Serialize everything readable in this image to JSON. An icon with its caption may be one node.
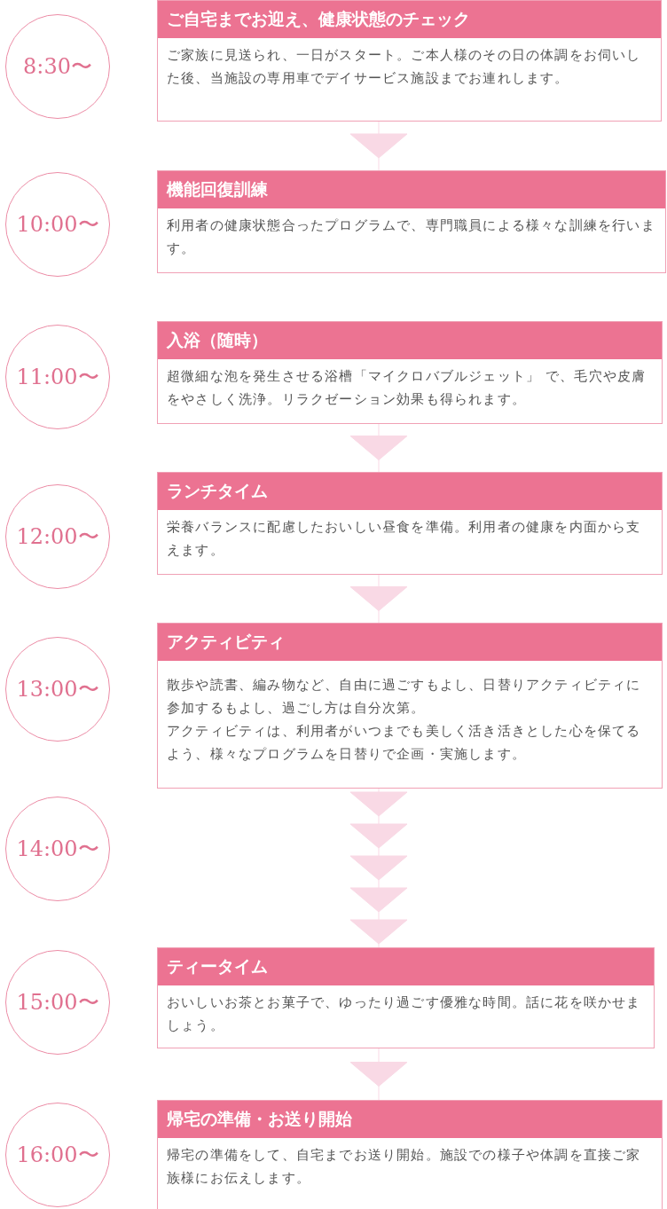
{
  "diagram": {
    "nodes": [
      {
        "text": [
          "8:30〜"
        ]
      },
      {
        "text": [
          "ご自宅までお迎え、健康状態のチェック",
          "ご家族に見送られ、一日がスタート。ご本人様のその日の体調をお伺いした後、当施設の専用車でデイサービス施設までお連れします。"
        ]
      },
      {
        "text": [
          "10:00〜"
        ]
      },
      {
        "text": [
          "機能回復訓練",
          "利用者の健康状態合ったプログラムで、専門職員による様々な訓練を行います。"
        ]
      },
      {
        "text": [
          "11:00〜"
        ]
      },
      {
        "text": [
          "入浴（随時）",
          "超微細な泡を発生させる浴槽「マイクロバブルジェット」 で、毛穴や皮膚をやさしく洗浄。リラクゼーション効果も得られます。"
        ]
      },
      {
        "text": [
          "12:00〜"
        ]
      },
      {
        "text": [
          "ランチタイム",
          "栄養バランスに配慮したおいしい昼食を準備。利用者の健康を内面から支えます。"
        ]
      },
      {
        "text": [
          "13:00〜"
        ]
      },
      {
        "text": [
          "アクティビティ",
          "散歩や読書、編み物など、自由に過ごすもよし、日替りアクティビティに参加するもよし、過ごし方は自分次第。",
          "アクティビティは、利用者がいつまでも美しく活き活きとした心を保てるよう、様々なプログラムを日替りで企画・実施します。"
        ]
      },
      {
        "text": [
          "14:00〜"
        ]
      },
      {
        "text": [
          "15:00〜"
        ]
      },
      {
        "text": [
          "ティータイム",
          "おいしいお茶とお菓子で、ゆったり過ごす優雅な時間。話に花を咲かせましょう。"
        ]
      },
      {
        "text": [
          "16:00〜"
        ]
      },
      {
        "text": [
          "帰宅の準備・お送り開始",
          "帰宅の準備をして、自宅までお送り開始。施設での様子や体調を直接ご家族様にお伝えします。"
        ]
      }
    ],
    "edges": [
      {
        "from": 1,
        "to": 3,
        "arrow": "to"
      },
      {
        "from": 5,
        "to": 7,
        "arrow": "to"
      },
      {
        "from": 7,
        "to": 9,
        "arrow": "to"
      },
      {
        "from": 9,
        "to": 12,
        "arrow": "to"
      },
      {
        "from": 12,
        "to": 14,
        "arrow": "to"
      }
    ]
  }
}
